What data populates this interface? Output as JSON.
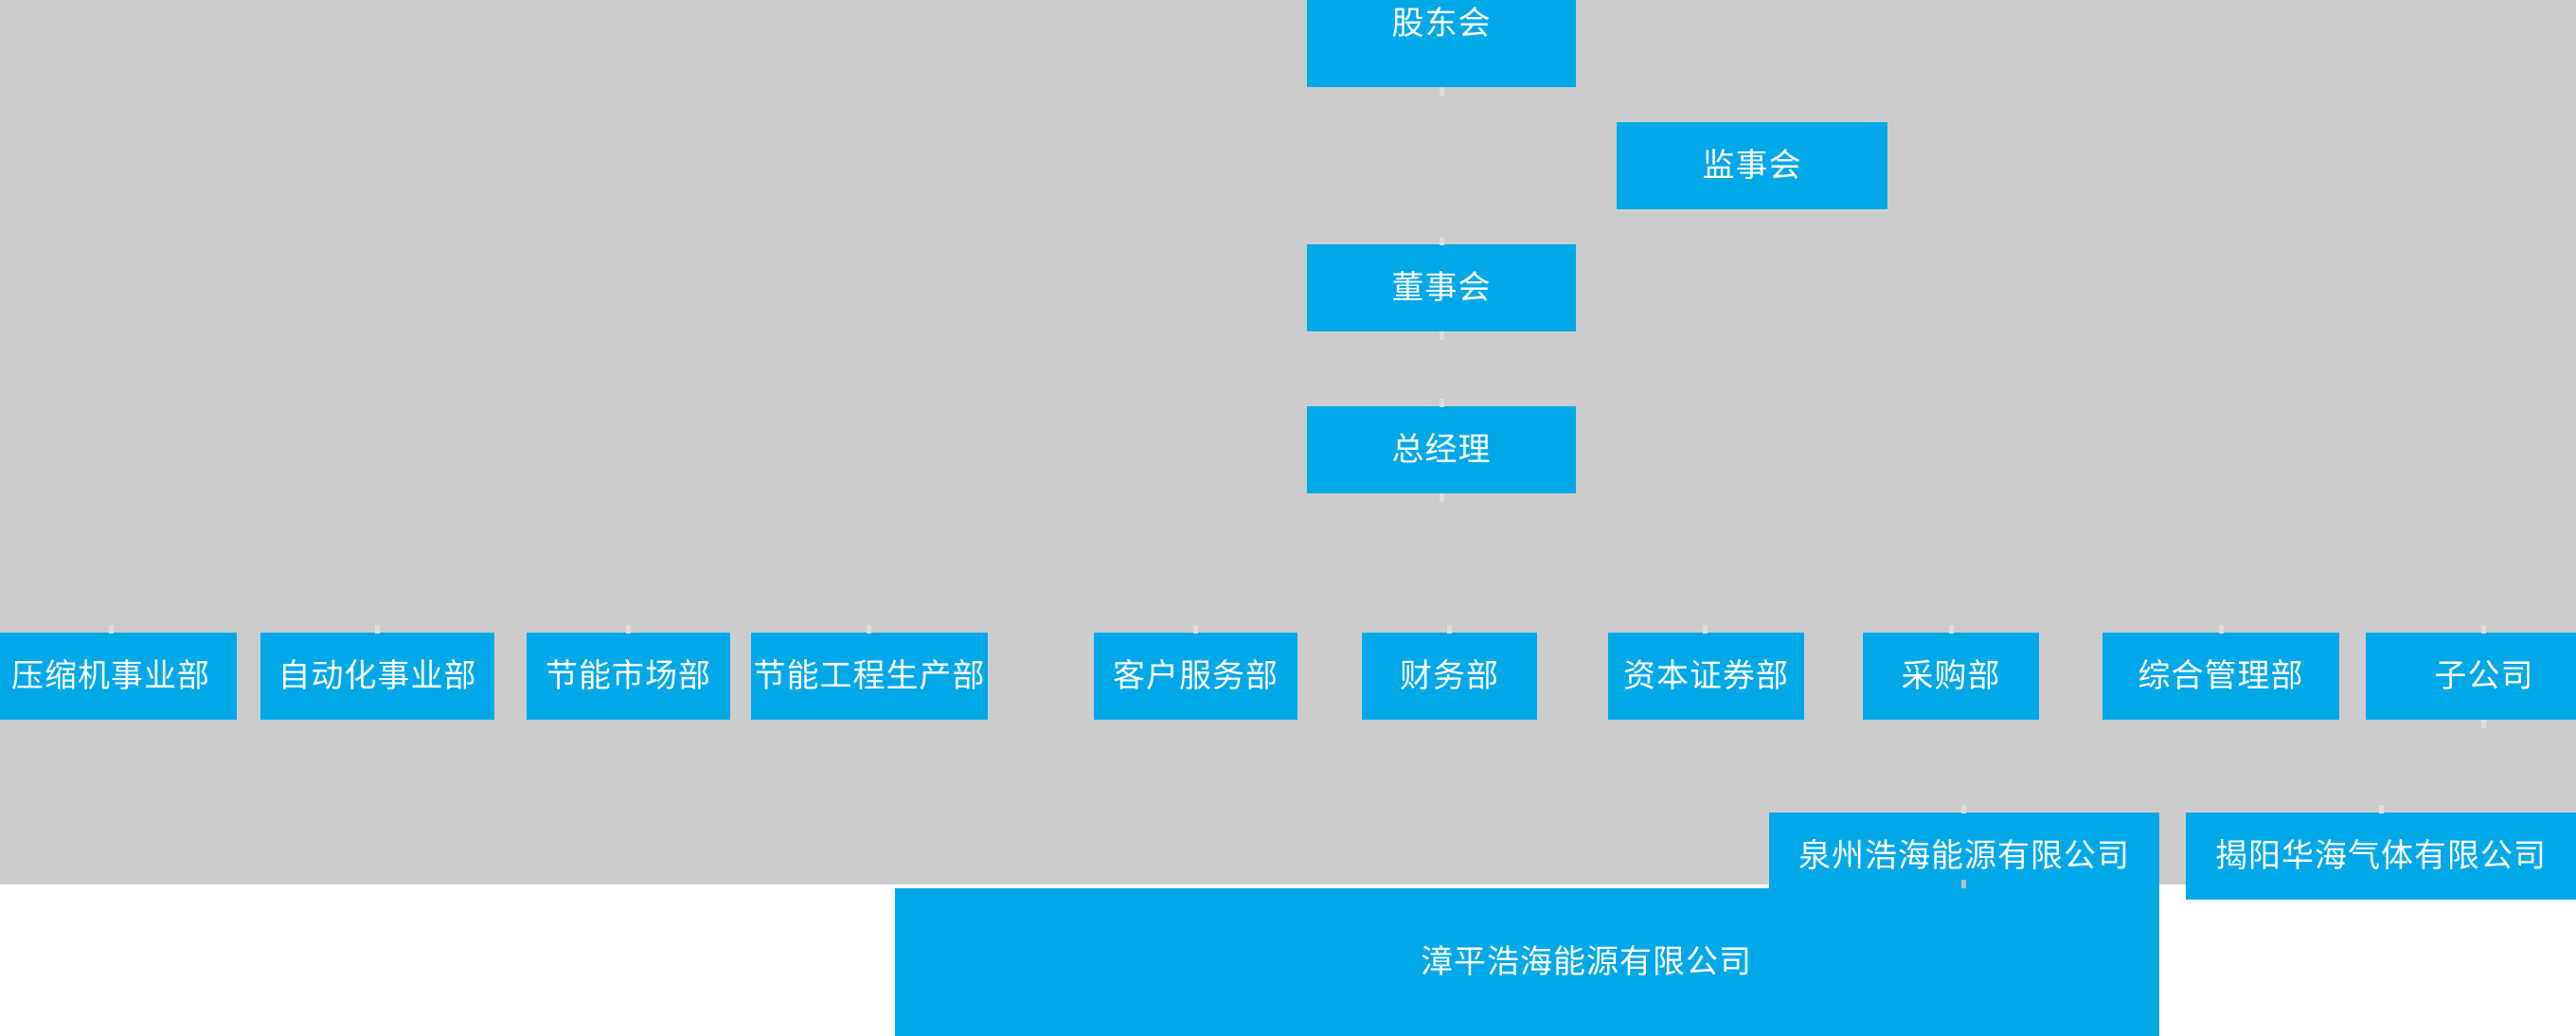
{
  "chart": {
    "title": "",
    "type": "org-chart",
    "background_color": "#cccccc",
    "page_color": "#ffffff",
    "node_color": "#00a8e8",
    "node_text_color": "#ffffff",
    "connector_color": "#dcdcdc"
  },
  "nodes": {
    "shareholders_meeting": {
      "label": "股东会"
    },
    "board_of_supervisors": {
      "label": "监事会"
    },
    "board_of_directors": {
      "label": "董事会"
    },
    "general_manager": {
      "label": "总经理"
    }
  },
  "departments": [
    {
      "label": "压缩机事业部"
    },
    {
      "label": "自动化事业部"
    },
    {
      "label": "节能市场部"
    },
    {
      "label": "节能工程生产部"
    },
    {
      "label": "客户服务部"
    },
    {
      "label": "财务部"
    },
    {
      "label": "资本证券部"
    },
    {
      "label": "采购部"
    },
    {
      "label": "综合管理部"
    },
    {
      "label": "子公司"
    }
  ],
  "subsidiaries": [
    {
      "label": "泉州浩海能源有限公司"
    },
    {
      "label": "揭阳华海气体有限公司"
    },
    {
      "label": "漳平浩海能源有限公司"
    }
  ]
}
